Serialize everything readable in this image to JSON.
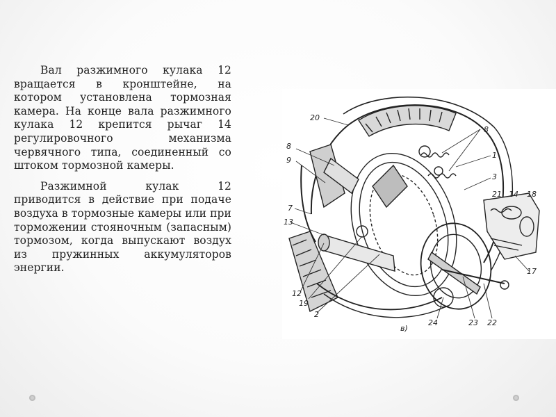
{
  "paragraphs": [
    "Вал разжимного кулака 12 вращается в кронштейне, на котором установлена тормозная камера. На конце вала разжимного кулака 12 крепится рычаг 14 регулировочного механизма червячного типа, соединенный со штоком тормозной камеры.",
    "Разжимной кулак 12 приводится в действие при подаче воздуха в тормозные камеры или при торможении стояночным (запасным) тормозом, когда выпускают воздух из пружинных аккумуляторов энергии."
  ],
  "figure": {
    "caption": "в)",
    "labels": [
      "20",
      "8",
      "8",
      "9",
      "1",
      "3",
      "21",
      "14",
      "18",
      "7",
      "13",
      "17",
      "12",
      "19",
      "2",
      "24",
      "23",
      "22"
    ]
  }
}
